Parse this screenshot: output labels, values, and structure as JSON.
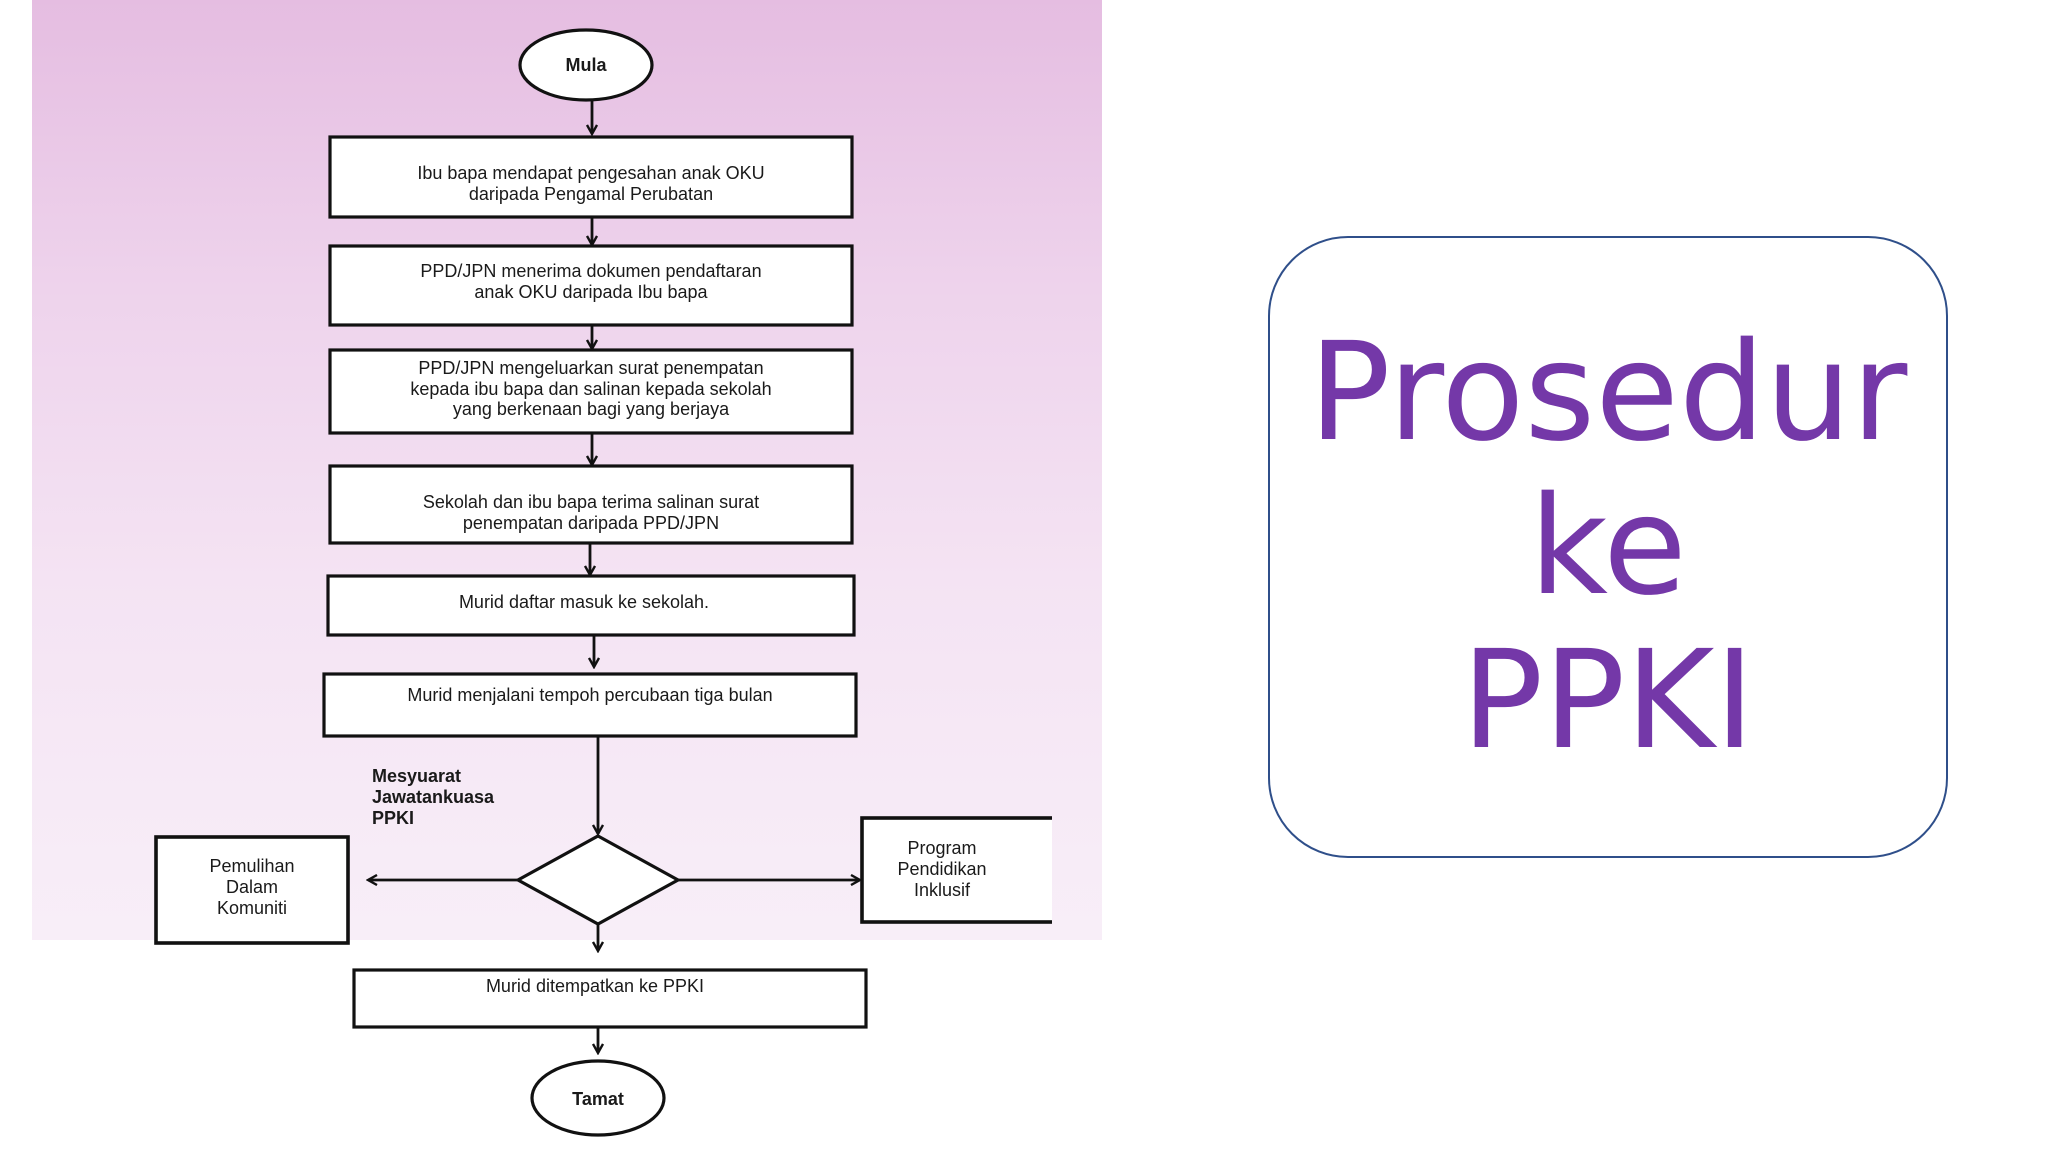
{
  "flowchart": {
    "start": "Mula",
    "steps": [
      [
        "Ibu bapa mendapat pengesahan anak OKU",
        "daripada Pengamal Perubatan"
      ],
      [
        "PPD/JPN menerima dokumen pendaftaran",
        "anak OKU daripada Ibu bapa"
      ],
      [
        "PPD/JPN mengeluarkan surat penempatan",
        "kepada ibu bapa dan salinan kepada sekolah",
        "yang berkenaan bagi yang berjaya"
      ],
      [
        "Sekolah dan ibu bapa terima salinan surat",
        "penempatan daripada PPD/JPN"
      ],
      [
        "Murid daftar masuk ke sekolah."
      ],
      [
        "Murid menjalani tempoh percubaan tiga bulan"
      ]
    ],
    "decision_label": [
      "Mesyuarat",
      "Jawatankuasa",
      "PPKI"
    ],
    "left_outcome": [
      "Pemulihan",
      "Dalam",
      "Komuniti"
    ],
    "right_outcome": [
      "Program",
      "Pendidikan",
      "Inklusif"
    ],
    "final_step": [
      "Murid ditempatkan ke PPKI"
    ],
    "end": "Tamat"
  },
  "title_card": {
    "lines": [
      "Prosedur",
      "ke",
      "PPKI"
    ],
    "color": "#7438a8",
    "border_color": "#2f4f8a"
  }
}
